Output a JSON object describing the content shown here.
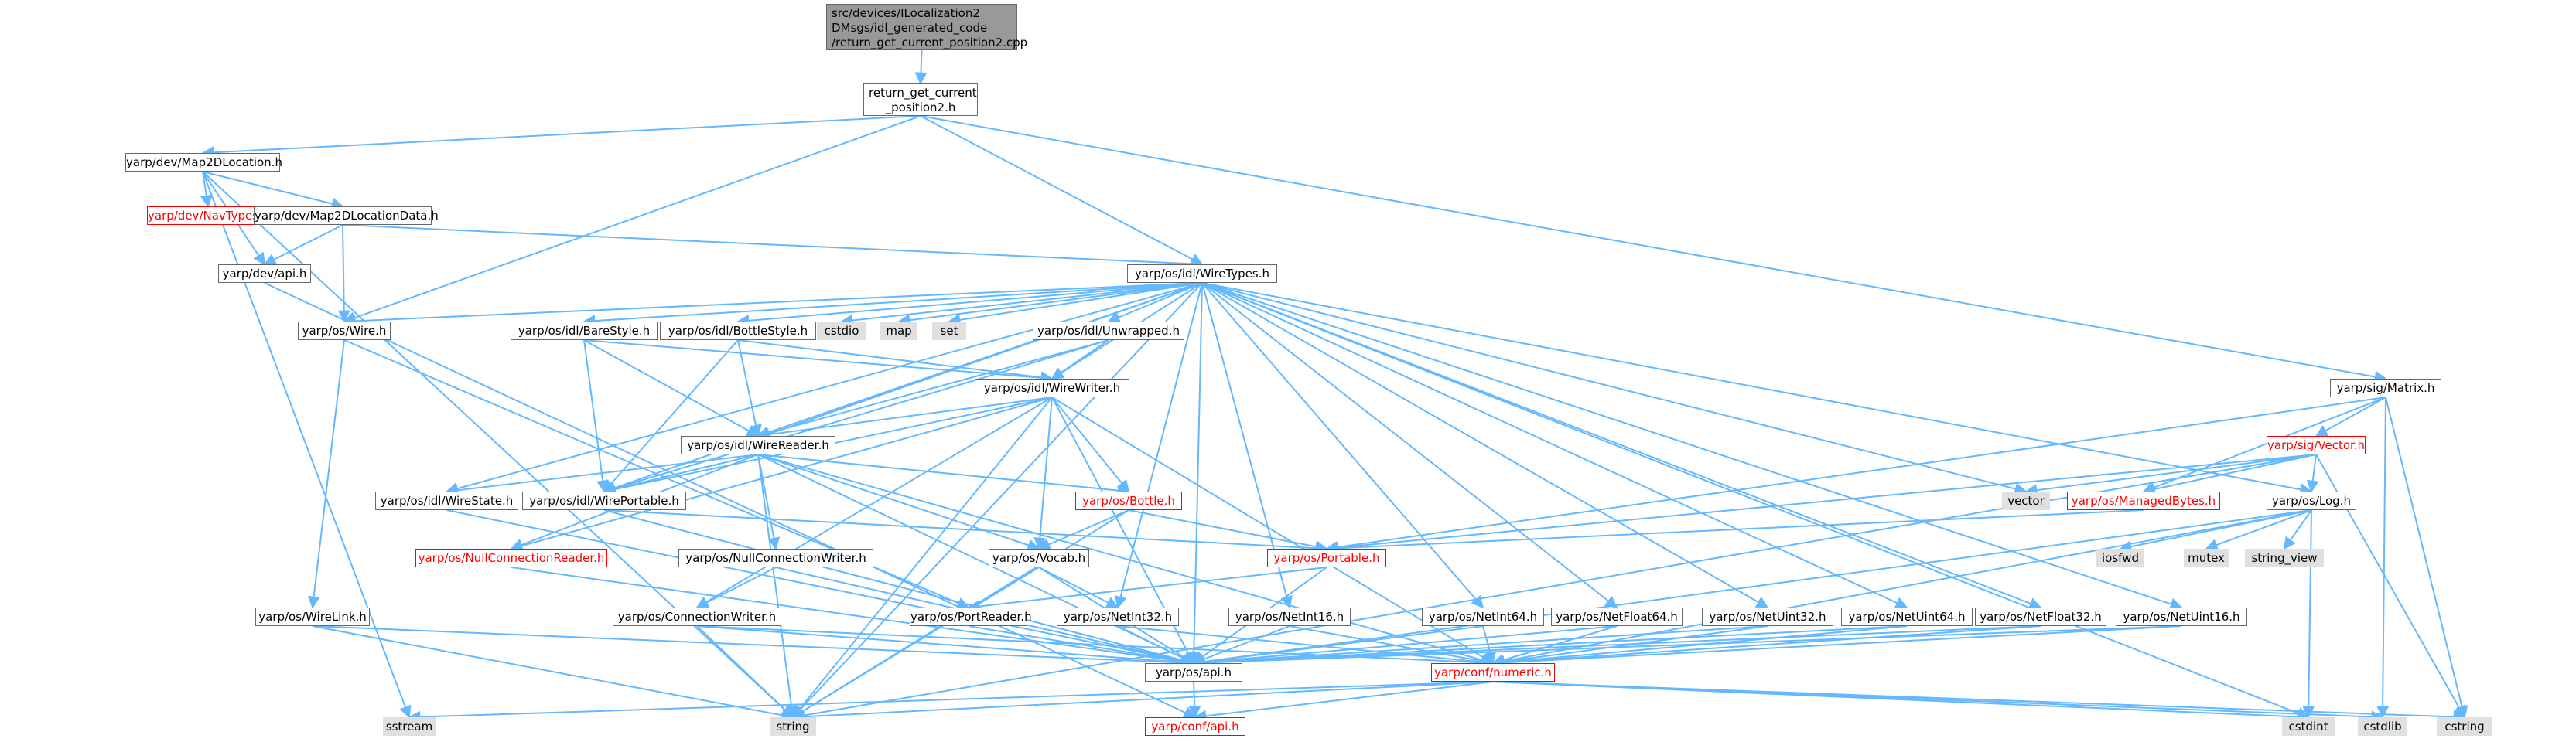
{
  "graph": {
    "colors": {
      "edge": "#63b8ff",
      "node_border": "#666666",
      "node_fill": "#ffffff",
      "root_fill": "#999999",
      "system_fill": "#e0e0e0",
      "incomplete": "#ff0000"
    },
    "nodes": [
      {
        "id": "root",
        "label": "src/devices/ILocalization2\nDMsgs/idl_generated_code\n/return_get_current_position2.cpp",
        "kind": "root"
      },
      {
        "id": "rgcp",
        "label": "return_get_current\n_position2.h",
        "kind": "normal"
      },
      {
        "id": "map2dloc",
        "label": "yarp/dev/Map2DLocation.h",
        "kind": "normal"
      },
      {
        "id": "navtypes",
        "label": "yarp/dev/NavTypes.h",
        "kind": "incomplete"
      },
      {
        "id": "map2dlocdata",
        "label": "yarp/dev/Map2DLocationData.h",
        "kind": "normal"
      },
      {
        "id": "devapi",
        "label": "yarp/dev/api.h",
        "kind": "normal"
      },
      {
        "id": "wiretypes",
        "label": "yarp/os/idl/WireTypes.h",
        "kind": "normal"
      },
      {
        "id": "wire",
        "label": "yarp/os/Wire.h",
        "kind": "normal"
      },
      {
        "id": "barestyle",
        "label": "yarp/os/idl/BareStyle.h",
        "kind": "normal"
      },
      {
        "id": "bottlestyle",
        "label": "yarp/os/idl/BottleStyle.h",
        "kind": "normal"
      },
      {
        "id": "cstdio",
        "label": "cstdio",
        "kind": "system"
      },
      {
        "id": "map",
        "label": "map",
        "kind": "system"
      },
      {
        "id": "set",
        "label": "set",
        "kind": "system"
      },
      {
        "id": "unwrapped",
        "label": "yarp/os/idl/Unwrapped.h",
        "kind": "normal"
      },
      {
        "id": "wirewriter",
        "label": "yarp/os/idl/WireWriter.h",
        "kind": "normal"
      },
      {
        "id": "wirereader",
        "label": "yarp/os/idl/WireReader.h",
        "kind": "normal"
      },
      {
        "id": "wirestate",
        "label": "yarp/os/idl/WireState.h",
        "kind": "normal"
      },
      {
        "id": "wireportable",
        "label": "yarp/os/idl/WirePortable.h",
        "kind": "normal"
      },
      {
        "id": "bottle",
        "label": "yarp/os/Bottle.h",
        "kind": "incomplete"
      },
      {
        "id": "nullconnreader",
        "label": "yarp/os/NullConnectionReader.h",
        "kind": "incomplete"
      },
      {
        "id": "nullconnwriter",
        "label": "yarp/os/NullConnectionWriter.h",
        "kind": "normal"
      },
      {
        "id": "vocab",
        "label": "yarp/os/Vocab.h",
        "kind": "normal"
      },
      {
        "id": "portable",
        "label": "yarp/os/Portable.h",
        "kind": "incomplete"
      },
      {
        "id": "connwriter",
        "label": "yarp/os/ConnectionWriter.h",
        "kind": "normal"
      },
      {
        "id": "portreader",
        "label": "yarp/os/PortReader.h",
        "kind": "normal"
      },
      {
        "id": "netint32",
        "label": "yarp/os/NetInt32.h",
        "kind": "normal"
      },
      {
        "id": "netint16",
        "label": "yarp/os/NetInt16.h",
        "kind": "normal"
      },
      {
        "id": "netint64",
        "label": "yarp/os/NetInt64.h",
        "kind": "normal"
      },
      {
        "id": "netfloat64",
        "label": "yarp/os/NetFloat64.h",
        "kind": "normal"
      },
      {
        "id": "netuint32",
        "label": "yarp/os/NetUint32.h",
        "kind": "normal"
      },
      {
        "id": "netuint64",
        "label": "yarp/os/NetUint64.h",
        "kind": "normal"
      },
      {
        "id": "netfloat32",
        "label": "yarp/os/NetFloat32.h",
        "kind": "normal"
      },
      {
        "id": "netuint16",
        "label": "yarp/os/NetUint16.h",
        "kind": "normal"
      },
      {
        "id": "wirelink",
        "label": "yarp/os/WireLink.h",
        "kind": "normal"
      },
      {
        "id": "osapi",
        "label": "yarp/os/api.h",
        "kind": "normal"
      },
      {
        "id": "numeric",
        "label": "yarp/conf/numeric.h",
        "kind": "incomplete"
      },
      {
        "id": "confapi",
        "label": "yarp/conf/api.h",
        "kind": "incomplete"
      },
      {
        "id": "sstream",
        "label": "sstream",
        "kind": "system"
      },
      {
        "id": "string",
        "label": "string",
        "kind": "system"
      },
      {
        "id": "cstdint",
        "label": "cstdint",
        "kind": "system"
      },
      {
        "id": "cstdlib",
        "label": "cstdlib",
        "kind": "system"
      },
      {
        "id": "cstring",
        "label": "cstring",
        "kind": "system"
      },
      {
        "id": "matrix",
        "label": "yarp/sig/Matrix.h",
        "kind": "normal"
      },
      {
        "id": "vector_h",
        "label": "yarp/sig/Vector.h",
        "kind": "incomplete"
      },
      {
        "id": "vector",
        "label": "vector",
        "kind": "system"
      },
      {
        "id": "managedbytes",
        "label": "yarp/os/ManagedBytes.h",
        "kind": "incomplete"
      },
      {
        "id": "oslog",
        "label": "yarp/os/Log.h",
        "kind": "normal"
      },
      {
        "id": "iosfwd",
        "label": "iosfwd",
        "kind": "system"
      },
      {
        "id": "mutex",
        "label": "mutex",
        "kind": "system"
      },
      {
        "id": "string_view",
        "label": "string_view",
        "kind": "system"
      }
    ],
    "edges": [
      [
        "root",
        "rgcp"
      ],
      [
        "rgcp",
        "map2dloc"
      ],
      [
        "rgcp",
        "wire"
      ],
      [
        "rgcp",
        "wiretypes"
      ],
      [
        "rgcp",
        "matrix"
      ],
      [
        "map2dloc",
        "navtypes"
      ],
      [
        "map2dloc",
        "map2dlocdata"
      ],
      [
        "map2dloc",
        "devapi"
      ],
      [
        "map2dloc",
        "sstream"
      ],
      [
        "map2dloc",
        "string"
      ],
      [
        "map2dlocdata",
        "devapi"
      ],
      [
        "map2dlocdata",
        "wire"
      ],
      [
        "map2dlocdata",
        "wiretypes"
      ],
      [
        "devapi",
        "confapi"
      ],
      [
        "wiretypes",
        "wire"
      ],
      [
        "wiretypes",
        "barestyle"
      ],
      [
        "wiretypes",
        "bottlestyle"
      ],
      [
        "wiretypes",
        "cstdio"
      ],
      [
        "wiretypes",
        "map"
      ],
      [
        "wiretypes",
        "set"
      ],
      [
        "wiretypes",
        "unwrapped"
      ],
      [
        "wiretypes",
        "wirewriter"
      ],
      [
        "wiretypes",
        "wirereader"
      ],
      [
        "wiretypes",
        "wirestate"
      ],
      [
        "wiretypes",
        "wireportable"
      ],
      [
        "wiretypes",
        "vector"
      ],
      [
        "wiretypes",
        "oslog"
      ],
      [
        "wiretypes",
        "netint16"
      ],
      [
        "wiretypes",
        "netint32"
      ],
      [
        "wiretypes",
        "netint64"
      ],
      [
        "wiretypes",
        "netfloat64"
      ],
      [
        "wiretypes",
        "netuint32"
      ],
      [
        "wiretypes",
        "netuint64"
      ],
      [
        "wiretypes",
        "netfloat32"
      ],
      [
        "wiretypes",
        "netuint16"
      ],
      [
        "wiretypes",
        "cstdint"
      ],
      [
        "wiretypes",
        "string"
      ],
      [
        "wiretypes",
        "osapi"
      ],
      [
        "wire",
        "wirelink"
      ],
      [
        "wire",
        "portreader"
      ],
      [
        "barestyle",
        "wirereader"
      ],
      [
        "barestyle",
        "wirewriter"
      ],
      [
        "barestyle",
        "wireportable"
      ],
      [
        "bottlestyle",
        "wirereader"
      ],
      [
        "bottlestyle",
        "wirewriter"
      ],
      [
        "bottlestyle",
        "wireportable"
      ],
      [
        "unwrapped",
        "wirereader"
      ],
      [
        "unwrapped",
        "wirewriter"
      ],
      [
        "unwrapped",
        "wireportable"
      ],
      [
        "wirewriter",
        "wirereader"
      ],
      [
        "wirewriter",
        "wireportable"
      ],
      [
        "wirewriter",
        "bottle"
      ],
      [
        "wirewriter",
        "vocab"
      ],
      [
        "wirewriter",
        "connwriter"
      ],
      [
        "wirewriter",
        "nullconnreader"
      ],
      [
        "wirewriter",
        "osapi"
      ],
      [
        "wirewriter",
        "numeric"
      ],
      [
        "wirewriter",
        "string"
      ],
      [
        "wirereader",
        "wirestate"
      ],
      [
        "wirereader",
        "wireportable"
      ],
      [
        "wirereader",
        "bottle"
      ],
      [
        "wirereader",
        "nullconnreader"
      ],
      [
        "wirereader",
        "nullconnwriter"
      ],
      [
        "wirereader",
        "vocab"
      ],
      [
        "wirereader",
        "osapi"
      ],
      [
        "wirereader",
        "string"
      ],
      [
        "wirereader",
        "numeric"
      ],
      [
        "wirestate",
        "osapi"
      ],
      [
        "wireportable",
        "portable"
      ],
      [
        "wireportable",
        "osapi"
      ],
      [
        "bottle",
        "portable"
      ],
      [
        "bottle",
        "vocab"
      ],
      [
        "bottle",
        "string"
      ],
      [
        "nullconnreader",
        "osapi"
      ],
      [
        "nullconnwriter",
        "connwriter"
      ],
      [
        "nullconnwriter",
        "osapi"
      ],
      [
        "vocab",
        "netint32"
      ],
      [
        "vocab",
        "string"
      ],
      [
        "vocab",
        "osapi"
      ],
      [
        "portable",
        "portreader"
      ],
      [
        "portable",
        "osapi"
      ],
      [
        "connwriter",
        "osapi"
      ],
      [
        "connwriter",
        "string"
      ],
      [
        "connwriter",
        "numeric"
      ],
      [
        "portreader",
        "osapi"
      ],
      [
        "netint32",
        "osapi"
      ],
      [
        "netint32",
        "numeric"
      ],
      [
        "netint16",
        "osapi"
      ],
      [
        "netint16",
        "numeric"
      ],
      [
        "netint64",
        "osapi"
      ],
      [
        "netint64",
        "numeric"
      ],
      [
        "netfloat64",
        "osapi"
      ],
      [
        "netfloat64",
        "numeric"
      ],
      [
        "netuint32",
        "osapi"
      ],
      [
        "netuint32",
        "numeric"
      ],
      [
        "netuint64",
        "osapi"
      ],
      [
        "netuint64",
        "numeric"
      ],
      [
        "netfloat32",
        "osapi"
      ],
      [
        "netfloat32",
        "numeric"
      ],
      [
        "netuint16",
        "osapi"
      ],
      [
        "netuint16",
        "numeric"
      ],
      [
        "wirelink",
        "osapi"
      ],
      [
        "wirelink",
        "string"
      ],
      [
        "osapi",
        "confapi"
      ],
      [
        "numeric",
        "confapi"
      ],
      [
        "numeric",
        "sstream"
      ],
      [
        "numeric",
        "string"
      ],
      [
        "numeric",
        "cstdint"
      ],
      [
        "numeric",
        "cstdlib"
      ],
      [
        "numeric",
        "cstring"
      ],
      [
        "matrix",
        "vector_h"
      ],
      [
        "matrix",
        "managedbytes"
      ],
      [
        "matrix",
        "portable"
      ],
      [
        "matrix",
        "cstdlib"
      ],
      [
        "matrix",
        "cstring"
      ],
      [
        "vector_h",
        "vector"
      ],
      [
        "vector_h",
        "managedbytes"
      ],
      [
        "vector_h",
        "oslog"
      ],
      [
        "vector_h",
        "portable"
      ],
      [
        "vector_h",
        "cstring"
      ],
      [
        "vector_h",
        "string"
      ],
      [
        "managedbytes",
        "portable"
      ],
      [
        "oslog",
        "iosfwd"
      ],
      [
        "oslog",
        "mutex"
      ],
      [
        "oslog",
        "string_view"
      ],
      [
        "oslog",
        "cstdint"
      ],
      [
        "oslog",
        "osapi"
      ],
      [
        "oslog",
        "numeric"
      ]
    ]
  }
}
